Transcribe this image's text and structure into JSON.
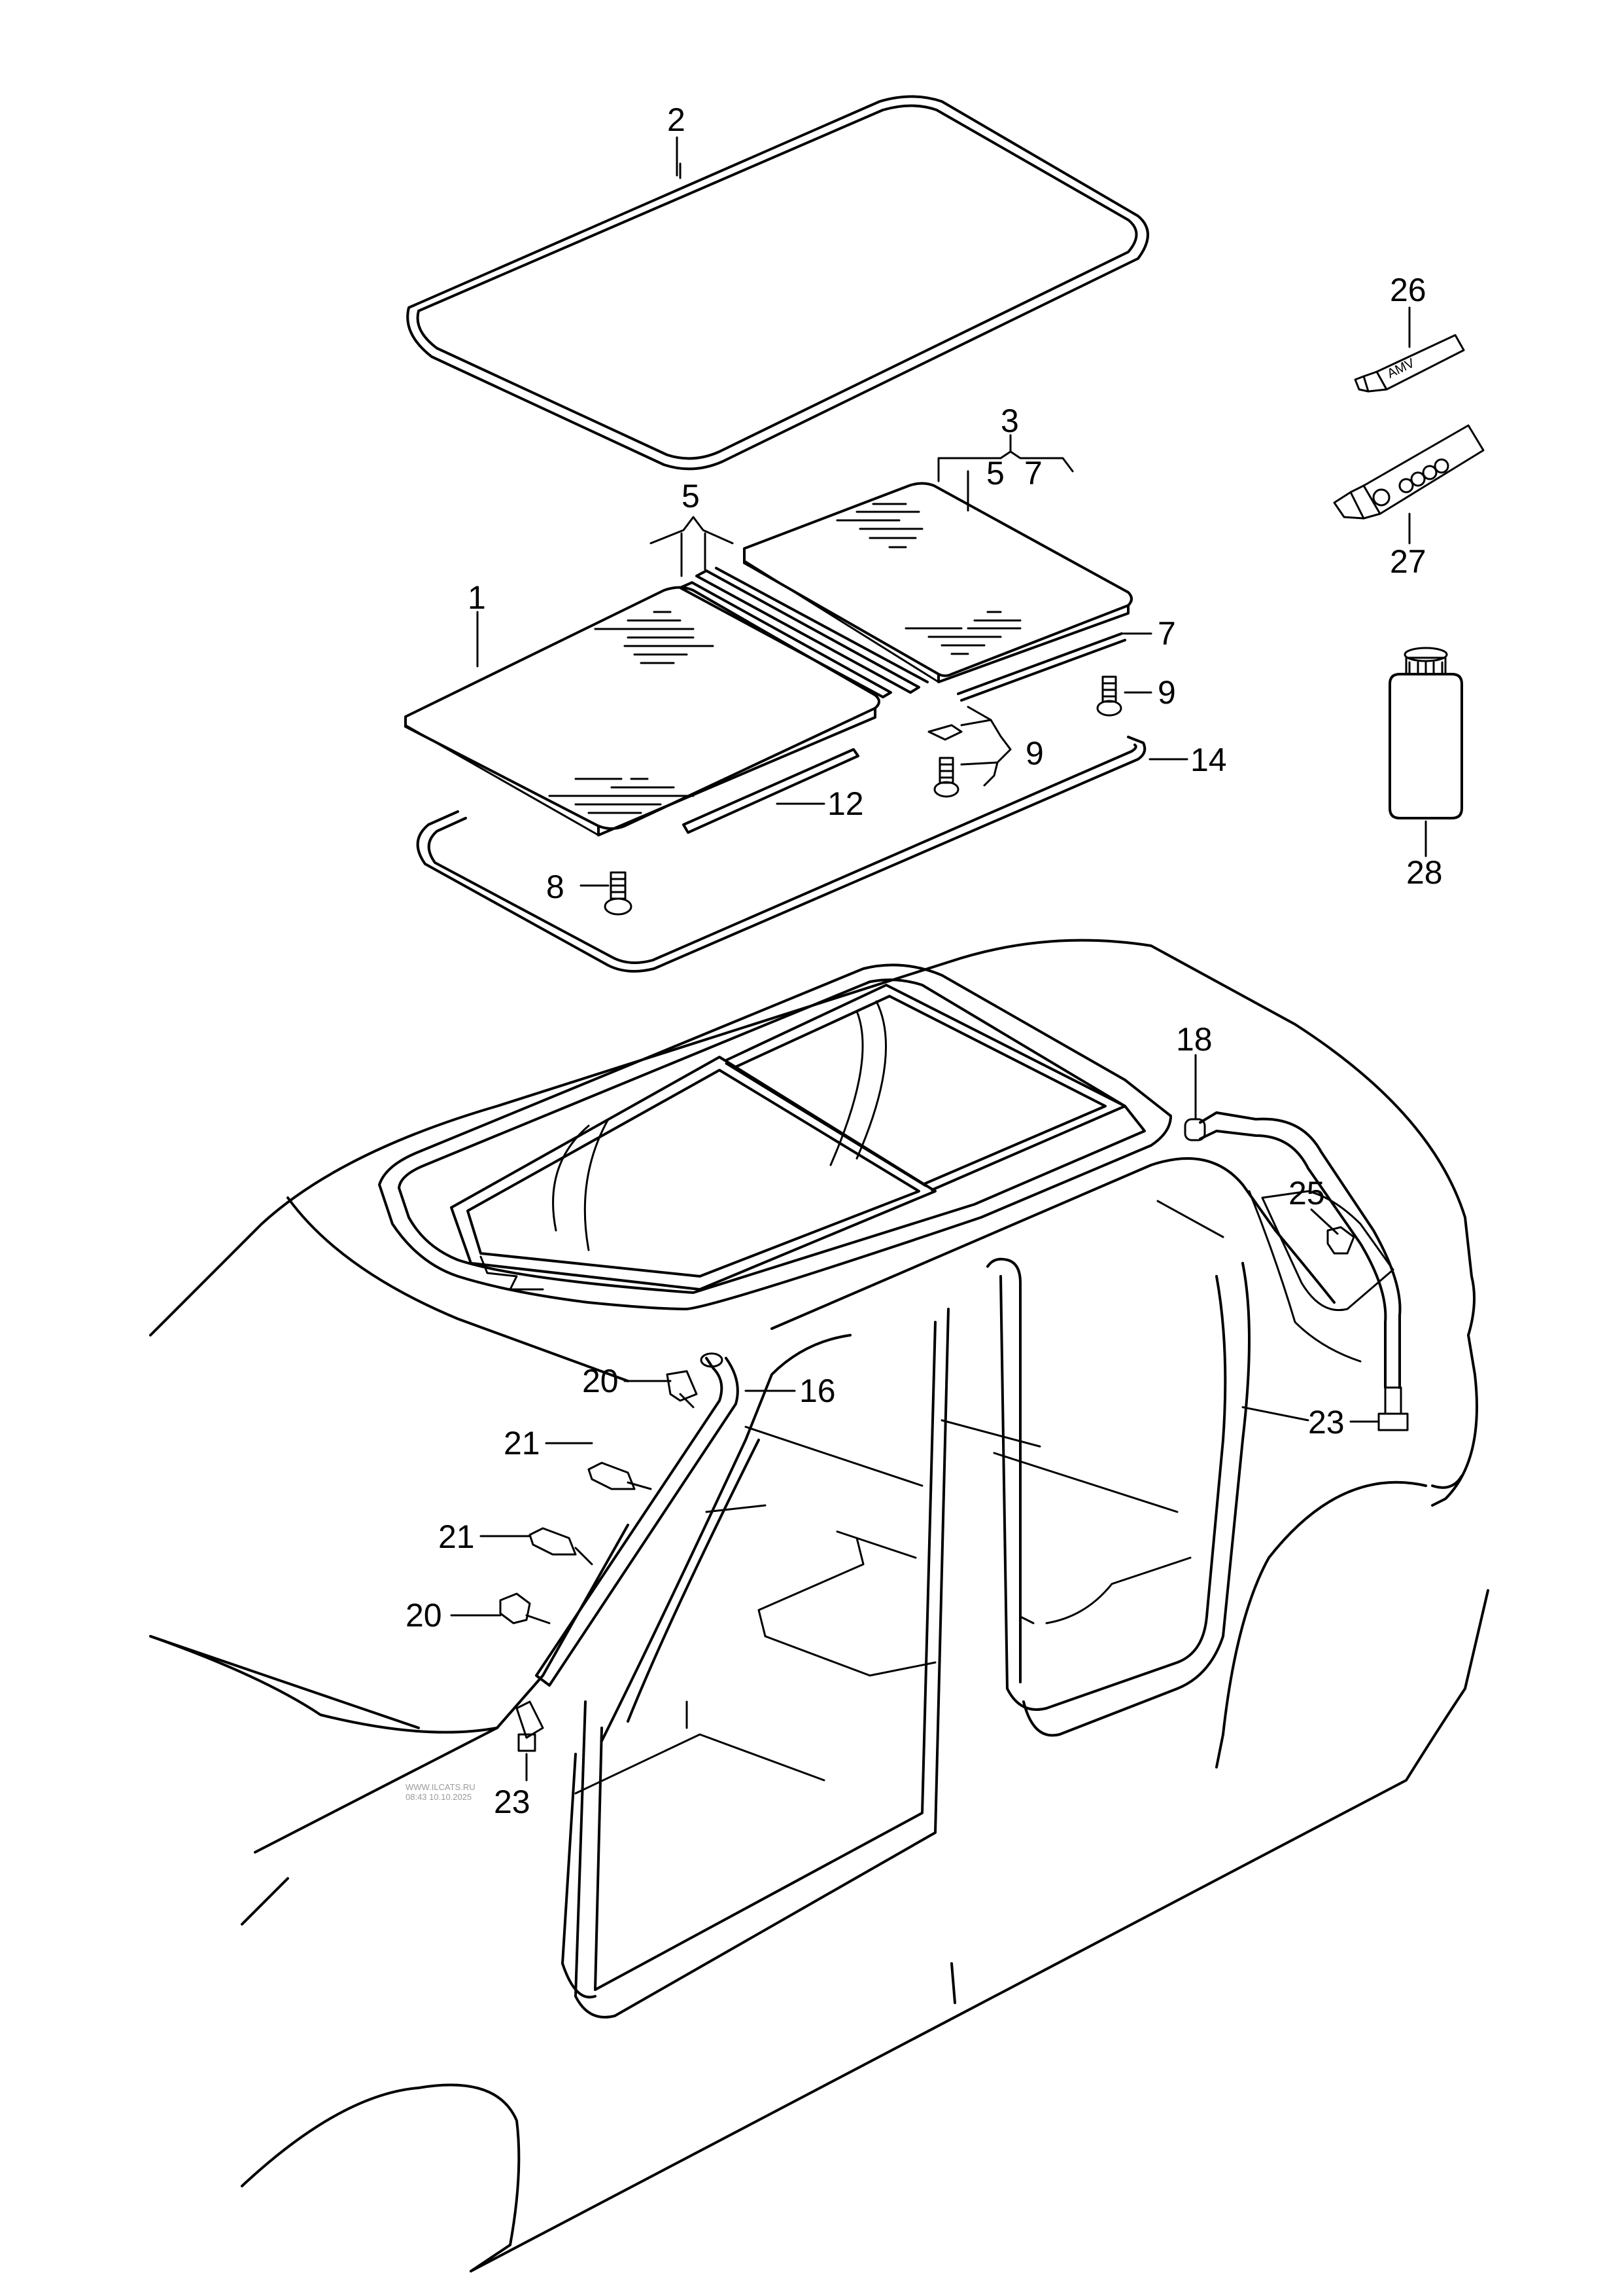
{
  "diagram": {
    "title": "Sunroof glass, seals and drain hoses (exploded parts diagram)",
    "labels": {
      "l1": "1",
      "l2": "2",
      "l3": "3",
      "l3_sub5": "5",
      "l3_sub7": "7",
      "l5": "5",
      "l7": "7",
      "l8": "8",
      "l9a": "9",
      "l9b": "9",
      "l12": "12",
      "l14": "14",
      "l16": "16",
      "l18": "18",
      "l20a": "20",
      "l20b": "20",
      "l21a": "21",
      "l21b": "21",
      "l23a": "23",
      "l23b": "23",
      "l25": "25",
      "l26": "26",
      "l27": "27",
      "l28": "28"
    },
    "tube_text": "AMV",
    "watermark": {
      "line1": "WWW.ILCATS.RU",
      "line2": "08:43 10.10.2025"
    }
  },
  "colors": {
    "line": "#000000",
    "background": "#ffffff",
    "watermark": "#9a9a9a"
  }
}
